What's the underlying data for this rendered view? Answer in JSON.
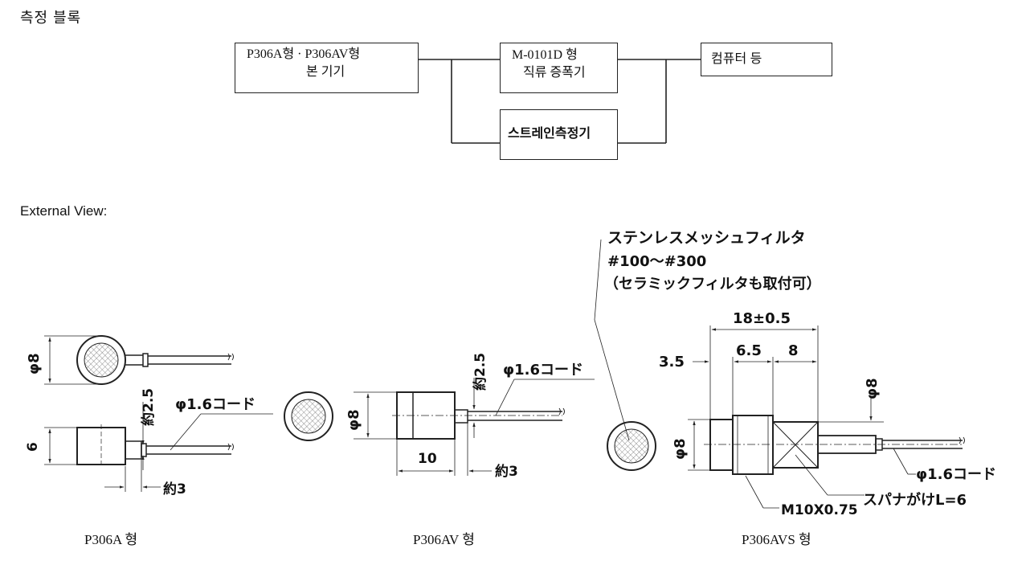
{
  "block": {
    "title": "측정 블록",
    "main_unit": {
      "line1": "P306A형 · P306AV형",
      "line2": "본 기기"
    },
    "amp": {
      "line1": "M-0101D 형",
      "line2": "직류 증폭기"
    },
    "strain": "스트레인측정기",
    "computer": "컴퓨터 등"
  },
  "view": {
    "title": "External View:",
    "a": {
      "dia": "φ8",
      "height": "6",
      "approx25": "約2.5",
      "cord": "φ1.6コード",
      "approx3": "約3",
      "caption": "P306A 형"
    },
    "av": {
      "dia": "φ8",
      "approx25": "約2.5",
      "cord": "φ1.6コード",
      "length": "10",
      "approx3": "約3",
      "caption": "P306AV 형"
    },
    "avs": {
      "filter1": "ステンレスメッシュフィルタ",
      "filter2": "#100～#300",
      "filter3": "（セラミックフィルタも取付可）",
      "total": "18±0.5",
      "d35": "3.5",
      "d65": "6.5",
      "d8": "8",
      "dia_right": "φ8",
      "dia_left": "φ8",
      "cord": "φ1.6コード",
      "spanner": "スパナがけL=6",
      "thread": "M10X0.75",
      "caption": "P306AVS 형"
    }
  }
}
